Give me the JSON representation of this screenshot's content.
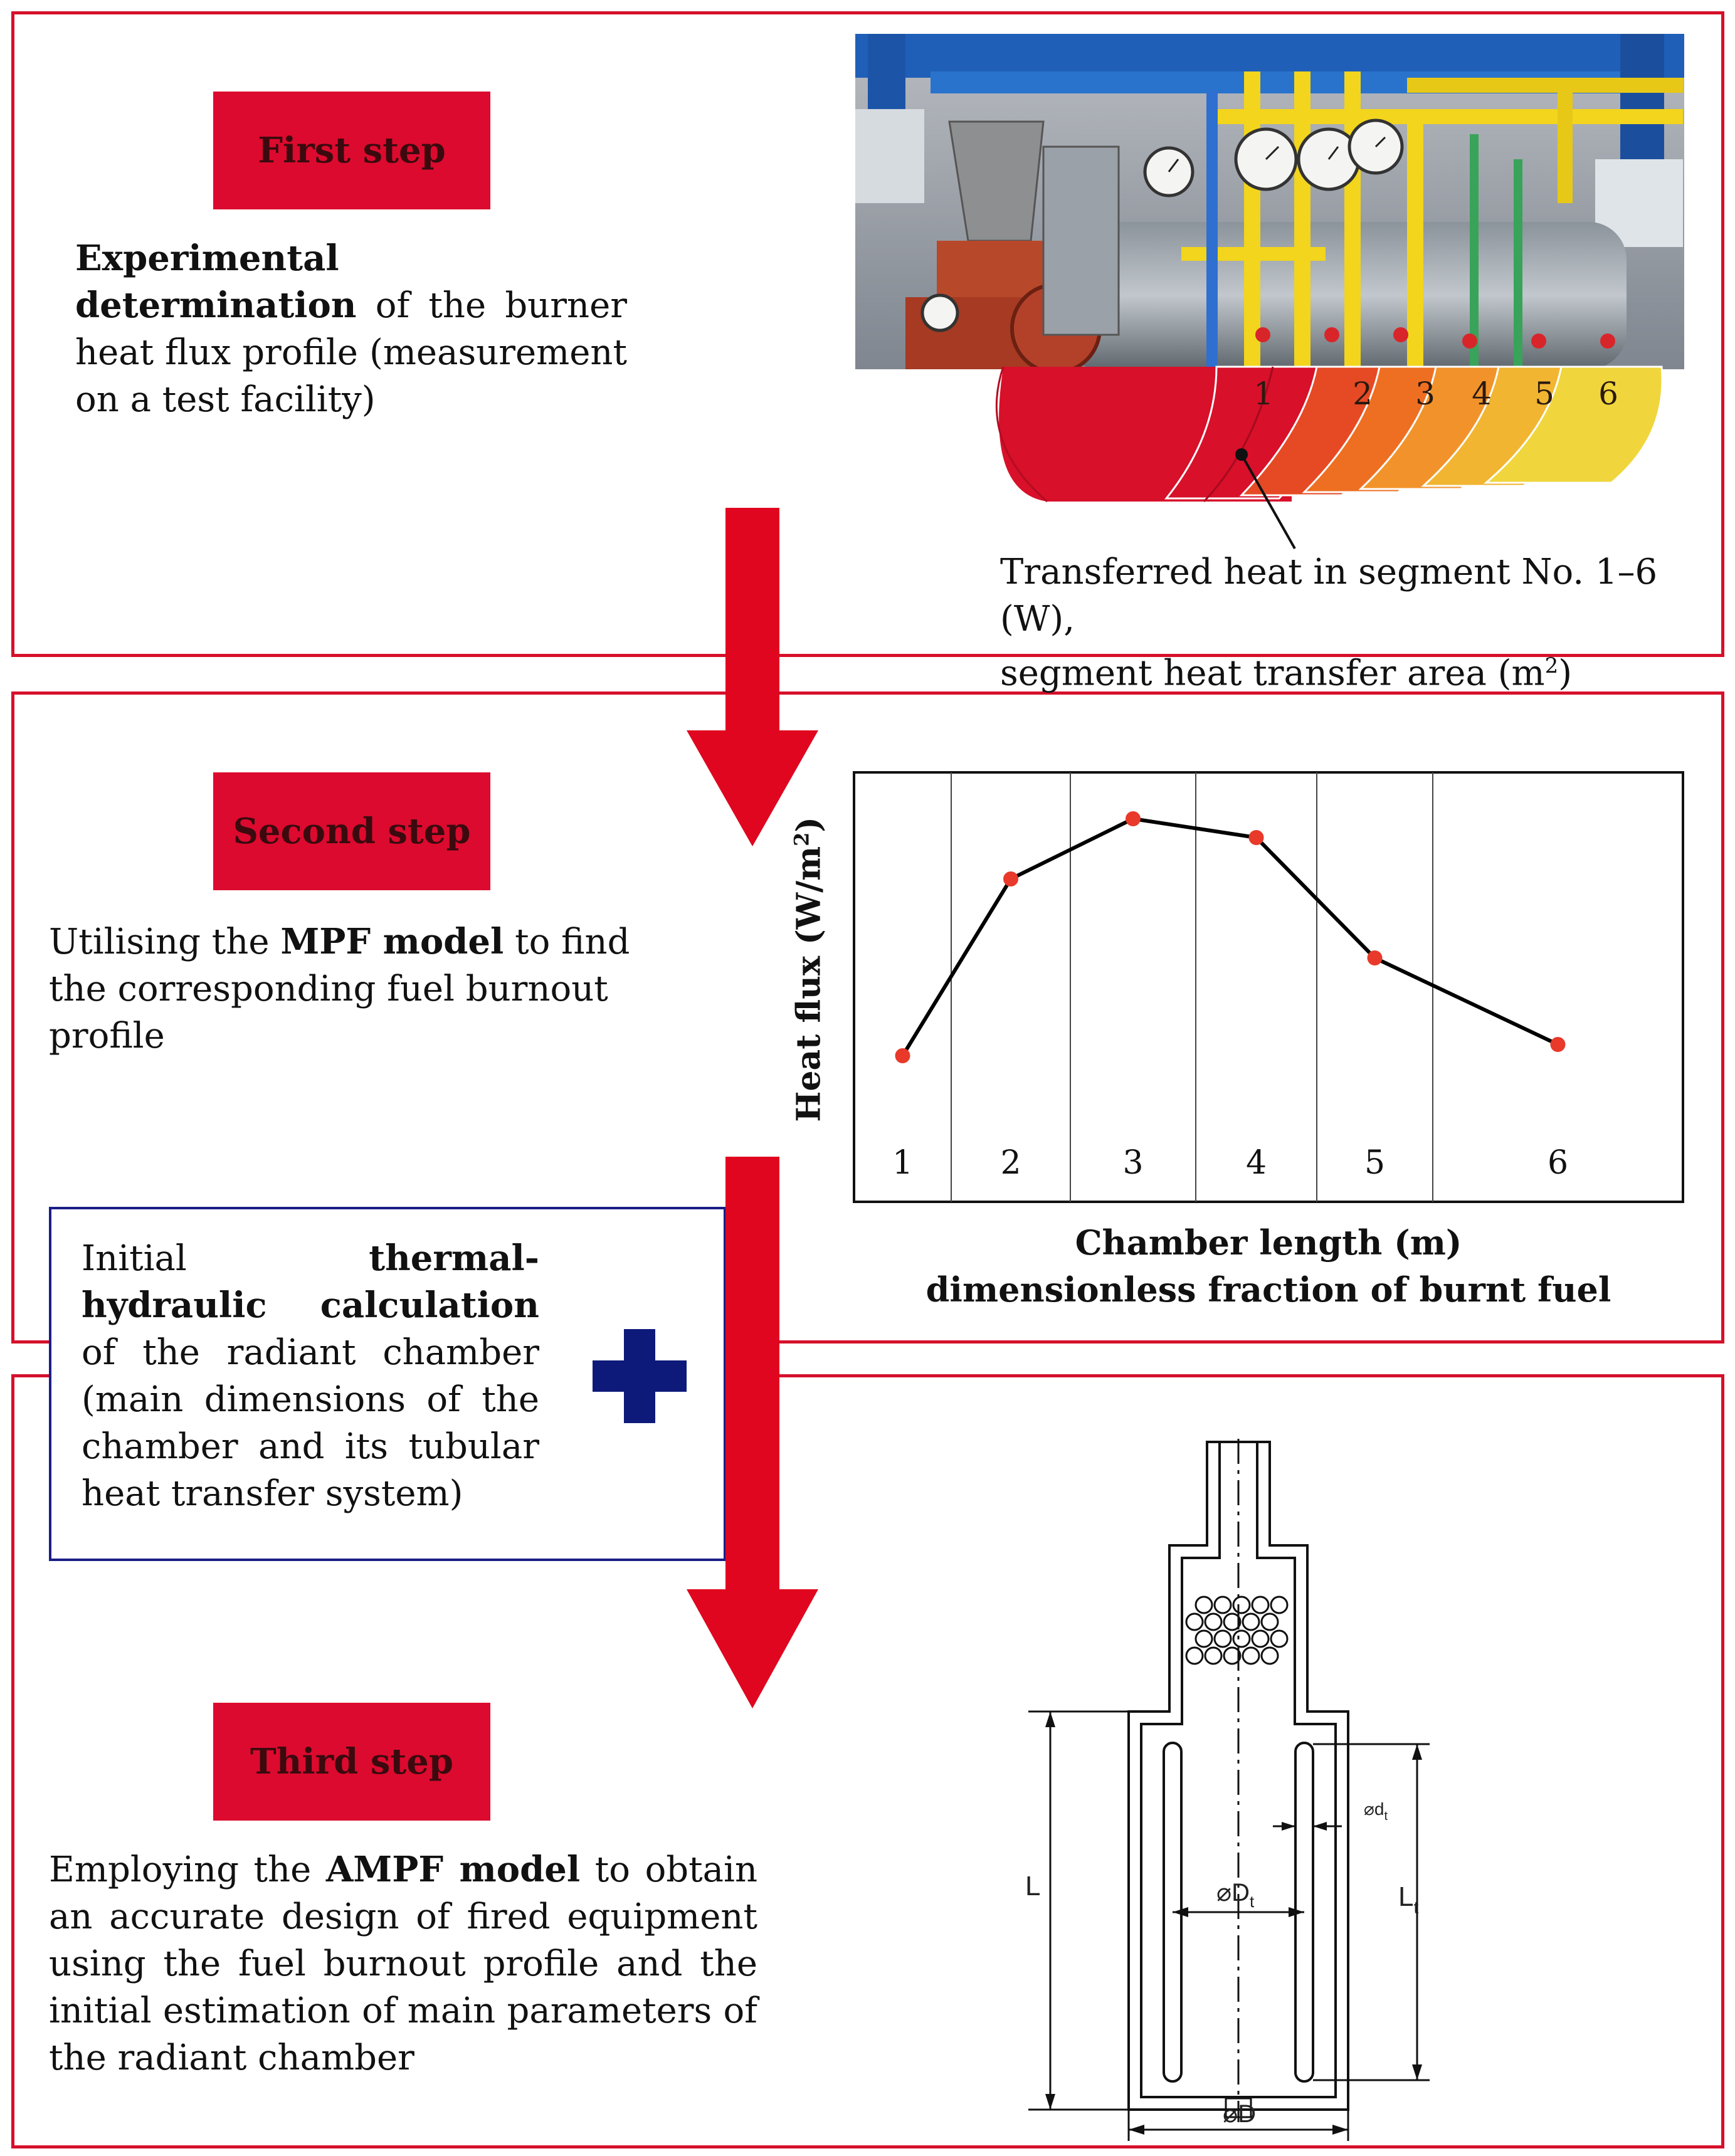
{
  "steps": {
    "first": {
      "badge": "First step",
      "desc_bold": "Experimental determination",
      "desc_rest": " of the burner heat flux profile (measurement on a test facility)",
      "segments": [
        "1",
        "2",
        "3",
        "4",
        "5",
        "6"
      ],
      "annotation_line1": "Transferred heat in segment No. 1–6 (W),",
      "annotation_line2_pre": "segment heat transfer area (m",
      "annotation_sup": "2",
      "annotation_line2_post": ")"
    },
    "second": {
      "badge": "Second step",
      "desc_pre": "Utilising the ",
      "desc_bold": "MPF model",
      "desc_rest": " to find the corresponding fuel burnout profile"
    },
    "third": {
      "badge": "Third step",
      "desc_pre": "Employing the ",
      "desc_bold": "AMPF model",
      "desc_rest": " to obtain an accurate design of fired equipment using the fuel burnout profile and the initial estimation of main parameters of the radiant chamber"
    }
  },
  "side_box": {
    "pre": "Initial ",
    "bold": "thermal-hydraulic calculation",
    "rest": " of the radiant chamber (main dimensions of the chamber and its tubular heat transfer system)"
  },
  "chart_data": {
    "type": "line",
    "categories": [
      "1",
      "2",
      "3",
      "4",
      "5",
      "6"
    ],
    "values": [
      0.33,
      0.8,
      0.96,
      0.91,
      0.59,
      0.36
    ],
    "ylabel_pre": "Heat flux (W/m",
    "ylabel_sup": "2",
    "ylabel_post": ")",
    "xlabel_line1": "Chamber length (m)",
    "xlabel_line2": "dimensionless fraction of burnt fuel",
    "ylim": [
      0,
      1
    ],
    "grid": "vertical separators between segments",
    "line_color": "#000000",
    "marker_color": "#e8392a"
  },
  "drawing_labels": {
    "L": "L",
    "Lt": "L",
    "Lt_sub": "t",
    "Dt": "⌀D",
    "Dt_sub": "t",
    "dt": "⌀d",
    "dt_sub": "t",
    "D": "⌀D"
  },
  "colors": {
    "accent_red": "#dc0a2e",
    "plus_navy": "#0d1a7a",
    "segment_colors": [
      "#d8102a",
      "#e64a24",
      "#ee6f22",
      "#f1932a",
      "#f2b531",
      "#f0d63c"
    ]
  }
}
